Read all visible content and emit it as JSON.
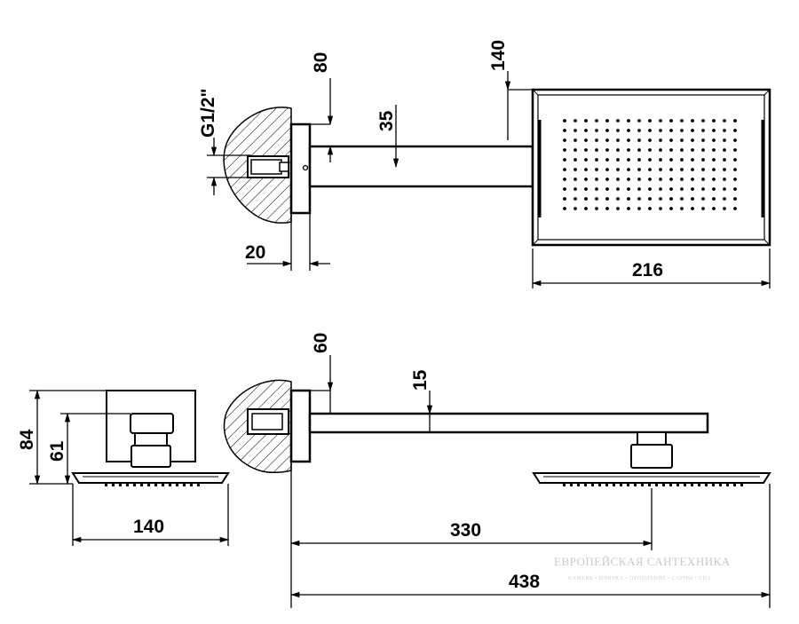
{
  "colors": {
    "line": "#000000",
    "watermark": "#c9c9c9",
    "background": "#ffffff"
  },
  "top_view": {
    "dim_thread": "G1/2\"",
    "dim_flange_depth": "80",
    "dim_arm_width": "35",
    "dim_head_offset": "140",
    "dim_wall_depth": "20",
    "dim_head_width": "216"
  },
  "side_view": {
    "dim_flange_depth": "60",
    "dim_arm_thickness": "15",
    "dim_total_height": "84",
    "dim_head_height": "61",
    "dim_head_depth": "140",
    "dim_reach": "330",
    "dim_total_length": "438"
  },
  "watermark": {
    "title": "ЕВРОПЕЙСКАЯ САНТЕХНИКА",
    "subtitle": "КАМЕНЬ • ПЛИТКА • ОТОПЛЕНИЕ • САУНЫ • СПА"
  }
}
